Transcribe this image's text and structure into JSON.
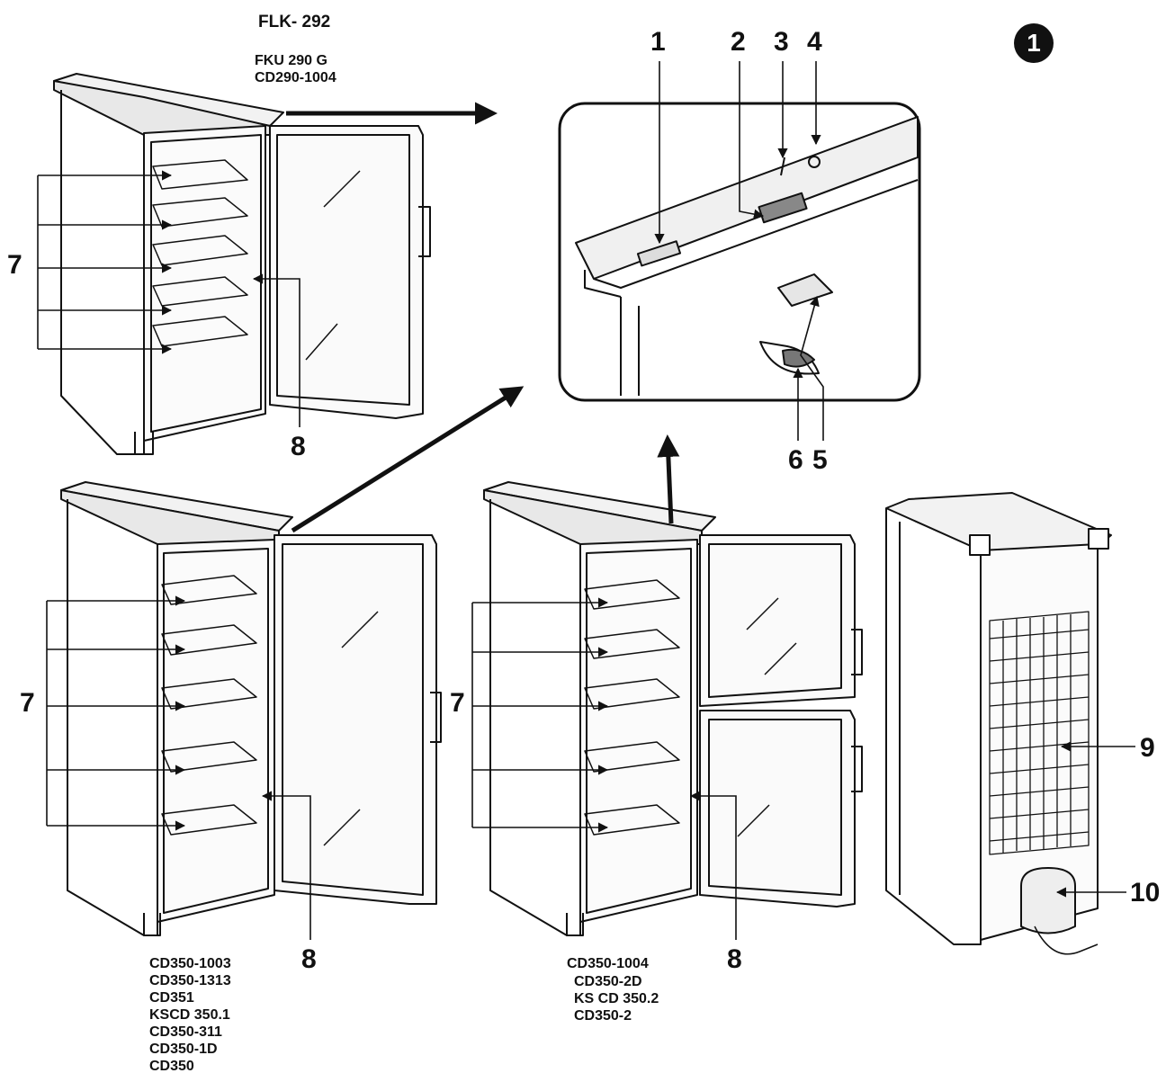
{
  "figure_badge": "1",
  "models": {
    "top": [
      "FLK- 292",
      "FKU 290 G",
      "CD290-1004"
    ],
    "bottom_left": [
      "CD350-1003",
      "CD350-1313",
      "CD351",
      "KSCD 350.1",
      "CD350-311",
      "CD350-1D",
      "CD350"
    ],
    "bottom_middle": [
      "CD350-1004",
      "CD350-2D",
      "KS CD 350.2",
      "CD350-2"
    ]
  },
  "callouts": {
    "n1": "1",
    "n2": "2",
    "n3": "3",
    "n4": "4",
    "n5": "5",
    "n6": "6",
    "n7_top": "7",
    "n7_left": "7",
    "n7_mid": "7",
    "n8_top": "8",
    "n8_left": "8",
    "n8_mid": "8",
    "n9": "9",
    "n10": "10"
  }
}
